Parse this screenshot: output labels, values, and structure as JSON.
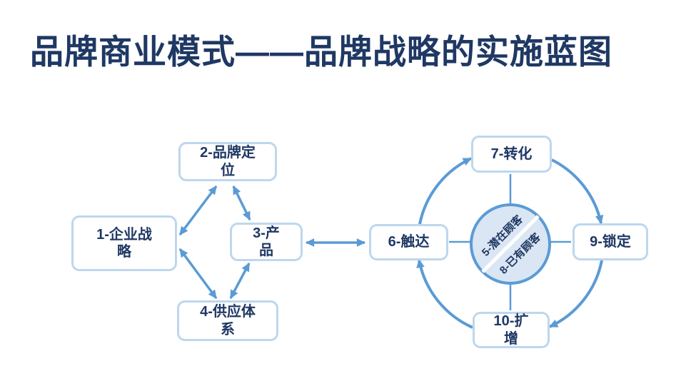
{
  "title": "品牌商业模式——品牌战略的实施蓝图",
  "colors": {
    "background": "#FFFFFF",
    "title_text": "#1F3864",
    "node_text": "#1F3864",
    "node_border": "#BDD7EE",
    "arrow": "#5B9BD5",
    "hub_fill": "#DAE6F3",
    "hub_stroke": "#5B9BD5"
  },
  "diamond": {
    "nodes": {
      "strategy": {
        "label": "1-企业战\n略"
      },
      "positioning": {
        "label": "2-品牌定\n位"
      },
      "product": {
        "label": "3-产\n品"
      },
      "supply": {
        "label": "4-供应体\n系"
      }
    }
  },
  "cycle": {
    "nodes": {
      "reach": {
        "label": "6-触达"
      },
      "conversion": {
        "label": "7-转化"
      },
      "lockin": {
        "label": "9-锁定"
      },
      "expansion": {
        "label": "10-扩\n增"
      }
    },
    "hub": {
      "potential": "5-潜在顾客",
      "existing": "8-已有顾客"
    }
  }
}
